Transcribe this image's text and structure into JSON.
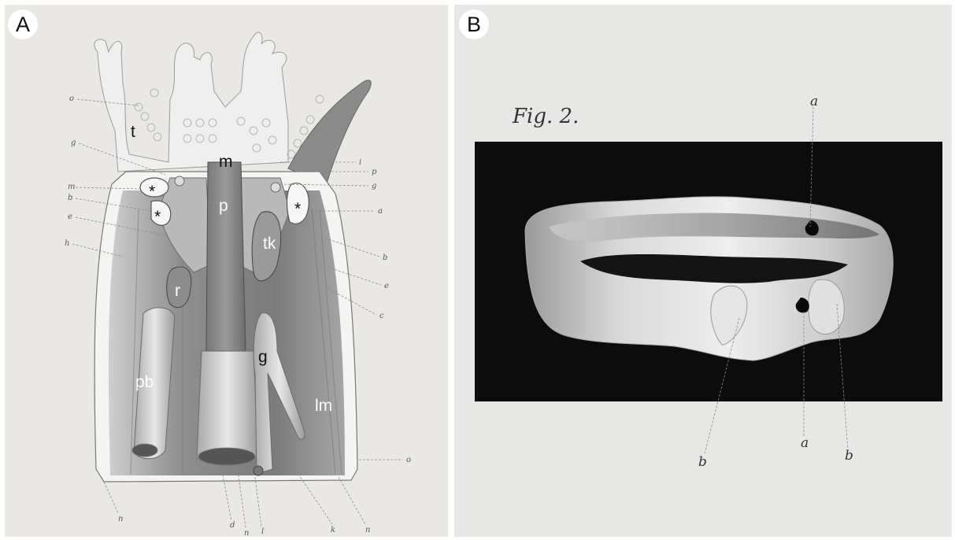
{
  "panelA": {
    "letter": "A",
    "big_labels": {
      "t": "t",
      "m": "m",
      "p": "p",
      "star1": "*",
      "star2": "*",
      "star3": "*",
      "tk": "tk",
      "r": "r",
      "pb": "pb",
      "g": "g",
      "lm": "lm"
    },
    "small_labels": {
      "o_top": "o",
      "g_left": "g",
      "m_left": "m",
      "b_left": "b",
      "e_left": "e",
      "h_left": "h",
      "i_right": "i",
      "p_right": "p",
      "g_right": "g",
      "a_right": "a",
      "b_right": "b",
      "e_right": "e",
      "c_right": "c",
      "o_right": "o",
      "n1": "n",
      "d": "d",
      "n2": "n",
      "l": "l",
      "k": "k",
      "n3": "n"
    }
  },
  "panelB": {
    "letter": "B",
    "figure_title": "Fig. 2.",
    "labels": {
      "a_top": "a",
      "a_bottom": "a",
      "b_left": "b",
      "b_right": "b"
    }
  }
}
